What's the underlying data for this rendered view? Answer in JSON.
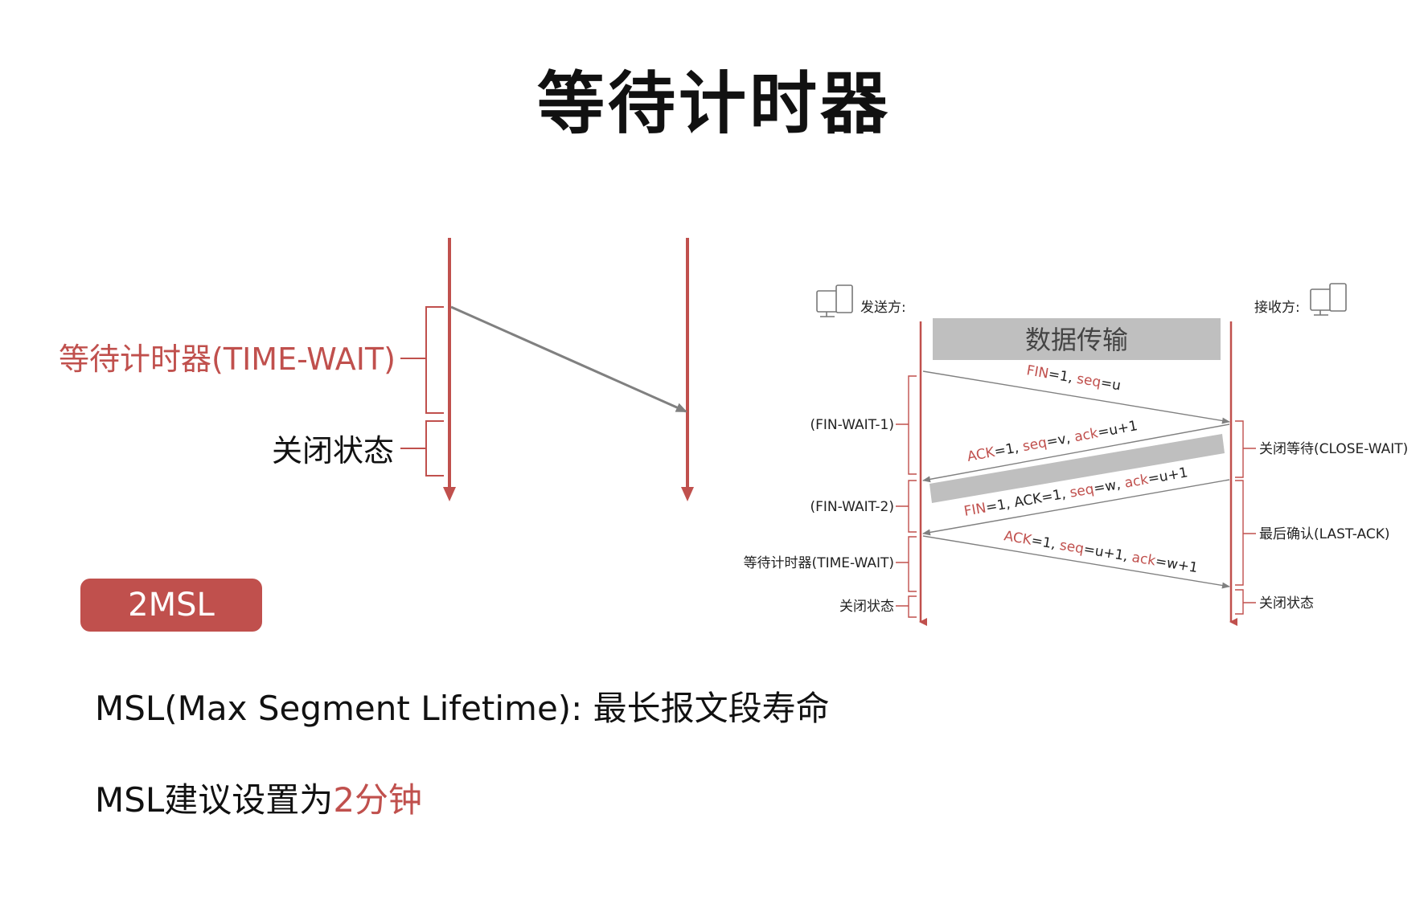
{
  "title": "等待计时器",
  "colors": {
    "accent": "#c0504d",
    "arrow_gray": "#808080",
    "data_bar": "#bfbfbf",
    "text": "#111111"
  },
  "left_diagram": {
    "time_wait_label": "等待计时器(TIME-WAIT)",
    "closed_label": "关闭状态"
  },
  "right_diagram": {
    "sender_label": "发送方:",
    "receiver_label": "接收方:",
    "sender_icon": "computer-icon",
    "receiver_icon": "computer-icon",
    "data_transfer": "数据传输",
    "messages": [
      {
        "flag": "FIN",
        "rest": "=1, ",
        "seq_key": "seq",
        "seq_val": "=u",
        "ack_key": "",
        "ack_val": ""
      },
      {
        "flag": "ACK",
        "rest": "=1, ",
        "seq_key": "seq",
        "seq_val": "=v, ",
        "ack_key": "ack",
        "ack_val": "=u+1"
      },
      {
        "flag": "FIN",
        "rest": "=1, ACK=1, ",
        "seq_key": "seq",
        "seq_val": "=w, ",
        "ack_key": "ack",
        "ack_val": "=u+1"
      },
      {
        "flag": "ACK",
        "rest": "=1, ",
        "seq_key": "seq",
        "seq_val": "=u+1, ",
        "ack_key": "ack",
        "ack_val": "=w+1"
      }
    ],
    "sender_states": [
      "(FIN-WAIT-1)",
      "(FIN-WAIT-2)",
      "等待计时器(TIME-WAIT)",
      "关闭状态"
    ],
    "receiver_states": [
      "关闭等待(CLOSE-WAIT)",
      "最后确认(LAST-ACK)",
      "关闭状态"
    ]
  },
  "badge": "2MSL",
  "msl_definition": "MSL(Max Segment Lifetime): 最长报文段寿命",
  "msl_recommend_prefix": "MSL建议设置为",
  "msl_recommend_value": "2分钟"
}
